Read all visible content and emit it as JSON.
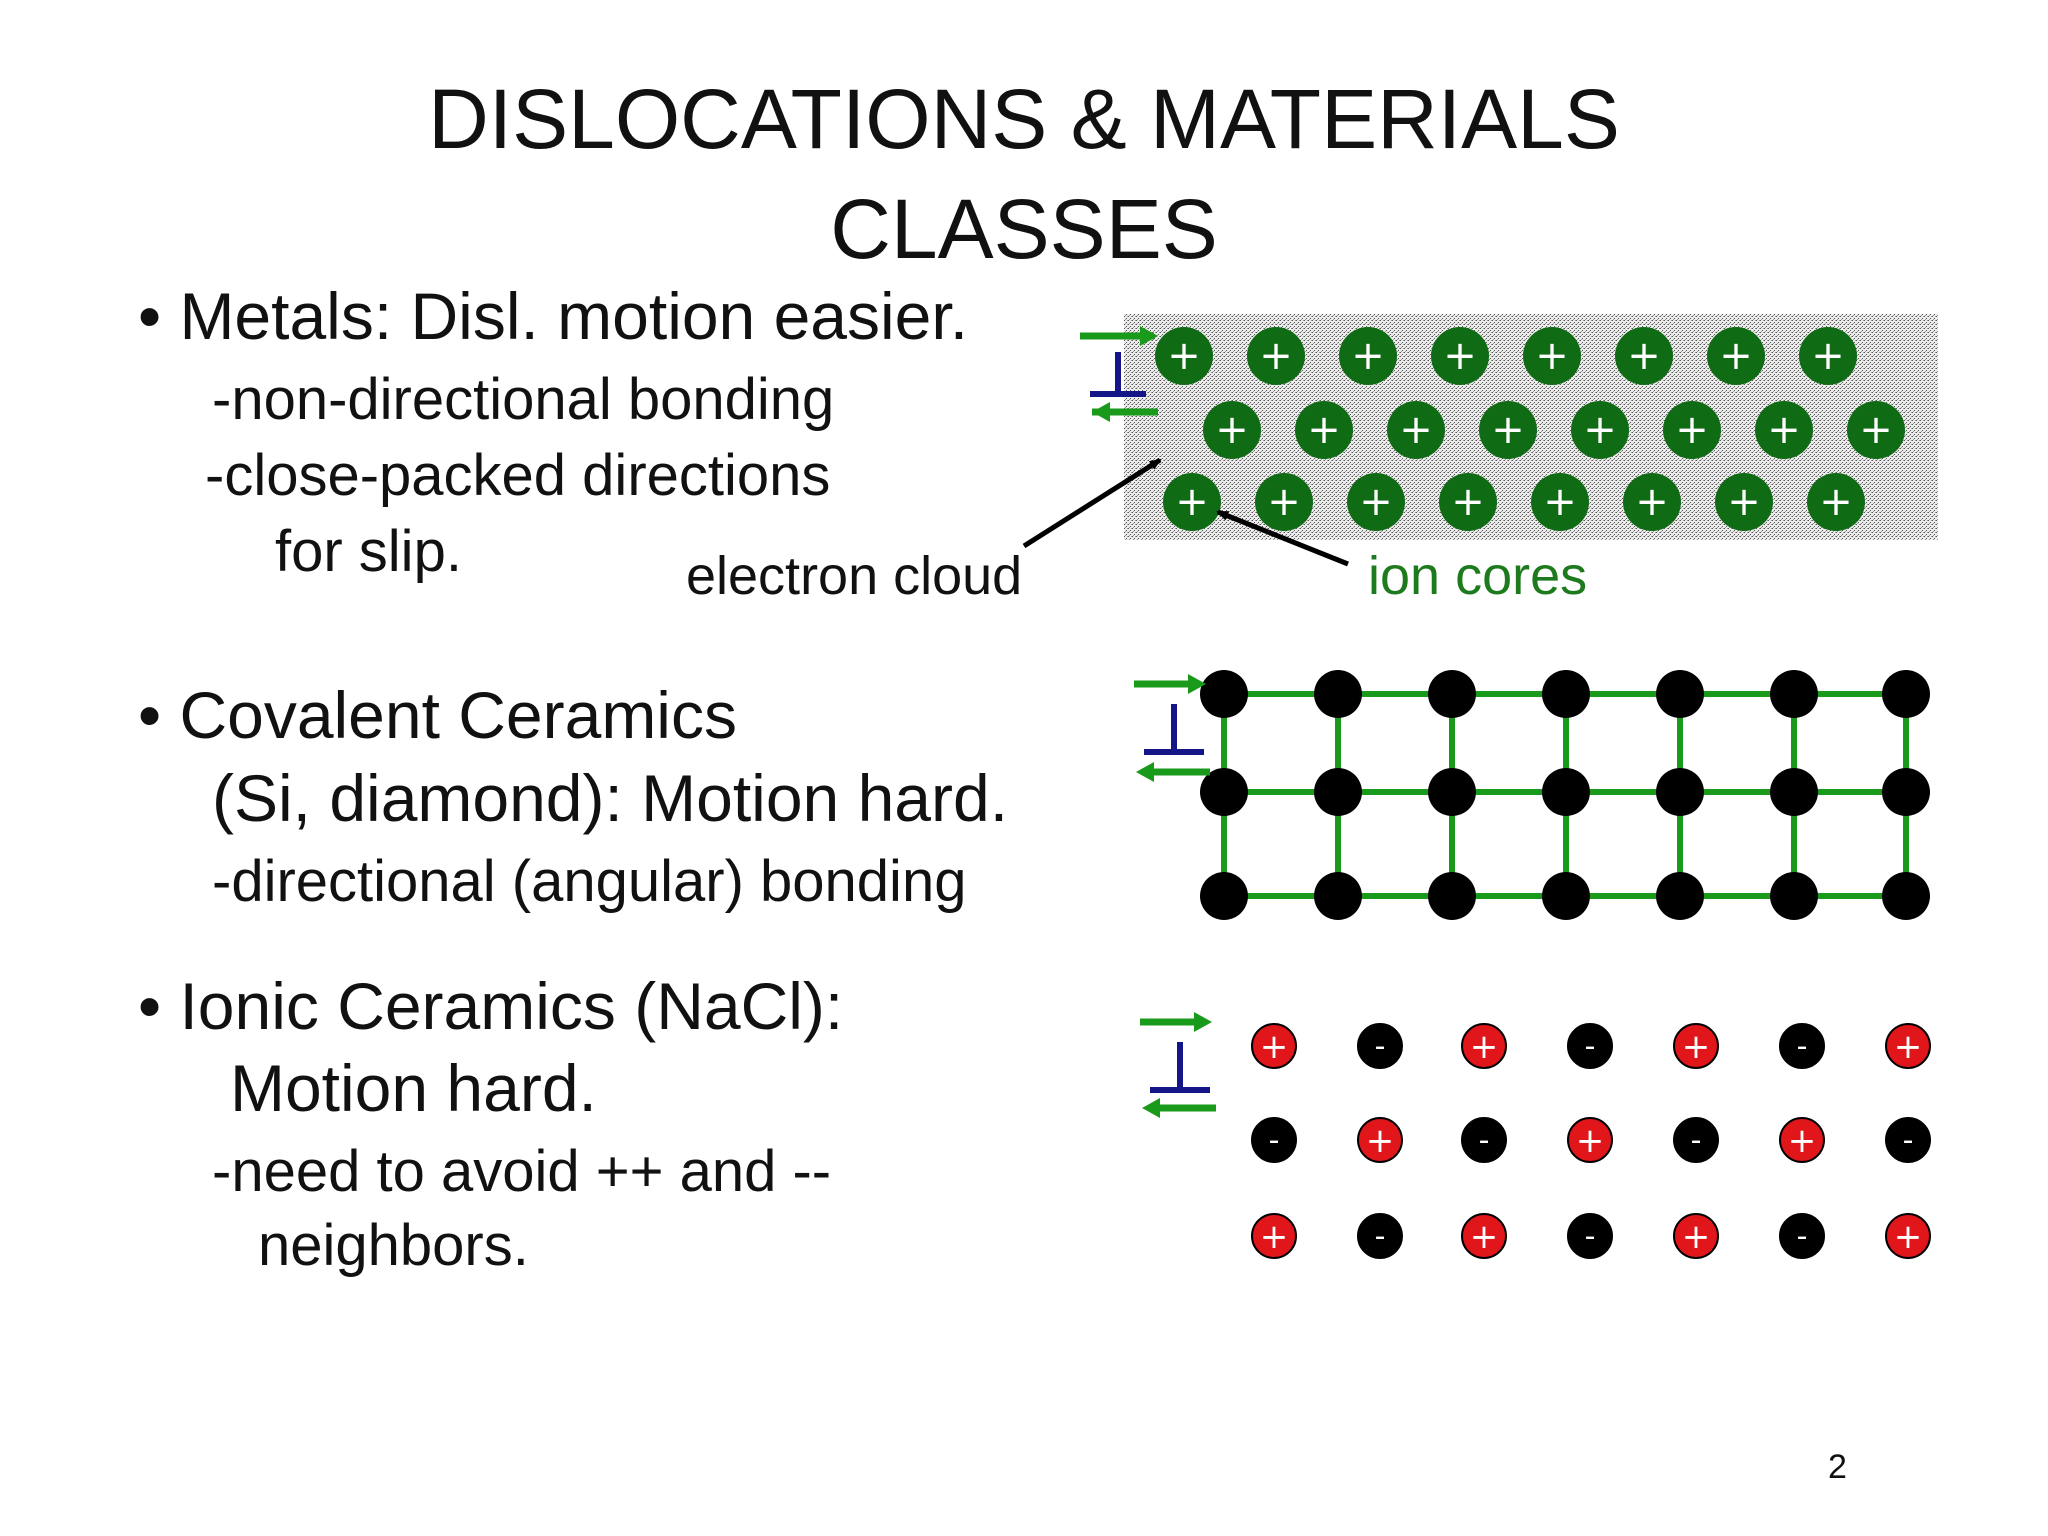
{
  "slide": {
    "title_line1": "DISLOCATIONS & MATERIALS",
    "title_line2": "CLASSES",
    "page_number": "2"
  },
  "metals": {
    "heading": "• Metals:  Disl. motion easier.",
    "detail1": "-non-directional bonding",
    "detail2": "-close-packed directions",
    "detail3": "for slip.",
    "label_electron_cloud": "electron cloud",
    "label_ion_cores": "ion cores",
    "ion_symbol": "+"
  },
  "covalent": {
    "heading": "• Covalent Ceramics",
    "line2": "(Si, diamond):  Motion hard.",
    "detail": "-directional (angular) bonding"
  },
  "ionic": {
    "heading": "• Ionic Ceramics (NaCl):",
    "line2": "Motion hard.",
    "detail1": "-need to avoid ++ and --",
    "detail2": "neighbors.",
    "cation_symbol": "+",
    "anion_symbol": "-"
  },
  "colors": {
    "ion_core_green": "#0f6b14",
    "bond_green": "#1a9a1a",
    "cation_red": "#e0161b",
    "dislocation_blue": "#15158a",
    "ion_cores_label_green": "#1d7a1d"
  }
}
